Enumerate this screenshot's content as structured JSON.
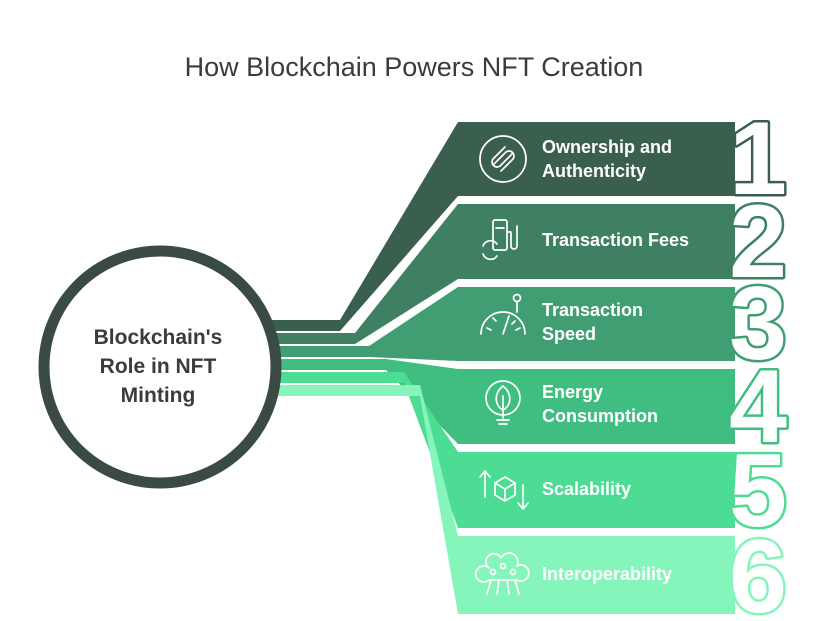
{
  "title": "How Blockchain Powers NFT Creation",
  "center": {
    "lines": [
      "Blockchain's",
      "Role in NFT",
      "Minting"
    ]
  },
  "items": [
    {
      "number": "1",
      "lines": [
        "Ownership and",
        "Authenticity"
      ],
      "icon": "link-circle-icon",
      "color": "#3b5f4e"
    },
    {
      "number": "2",
      "lines": [
        "Transaction Fees"
      ],
      "icon": "fuel-pump-icon",
      "color": "#3f7f62"
    },
    {
      "number": "3",
      "lines": [
        "Transaction",
        "Speed"
      ],
      "icon": "speedometer-icon",
      "color": "#409e72"
    },
    {
      "number": "4",
      "lines": [
        "Energy",
        "Consumption"
      ],
      "icon": "eco-bulb-icon",
      "color": "#40bd81"
    },
    {
      "number": "5",
      "lines": [
        "Scalability"
      ],
      "icon": "scale-box-icon",
      "color": "#4cdc94"
    },
    {
      "number": "6",
      "lines": [
        "Interoperability"
      ],
      "icon": "network-icon",
      "color": "#86f5bc"
    }
  ],
  "colors": {
    "circle_border": "#3a4b43",
    "title_text": "#3b3b3b"
  }
}
